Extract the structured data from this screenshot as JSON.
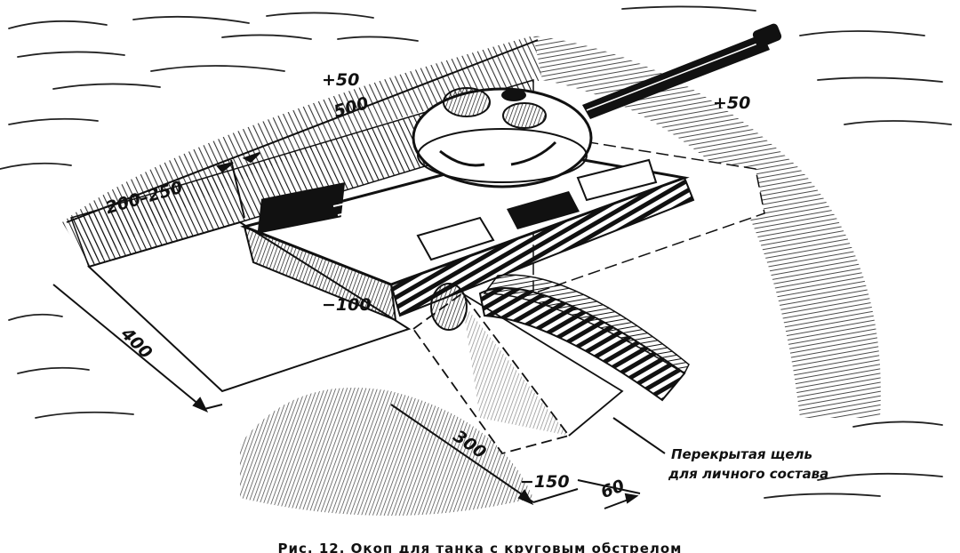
{
  "figure": {
    "type": "technical-illustration",
    "subject": "Tank trench (okop) with all-round field of fire",
    "caption": "Рис. 12. Окоп для танка с круговым обстрелом",
    "colors": {
      "ink": "#111111",
      "paper": "#ffffff"
    }
  },
  "dimensions": {
    "top_parapet_left": "+50",
    "top_length": "500",
    "top_ramp": "200–250",
    "right_parapet": "+50",
    "left_depth": "400",
    "floor_depth": "−100",
    "slit_length": "300",
    "slit_depth": "−150",
    "slit_width": "60"
  },
  "annotations": {
    "slit_label_line1": "Перекрытая щель",
    "slit_label_line2": "для личного состава"
  }
}
